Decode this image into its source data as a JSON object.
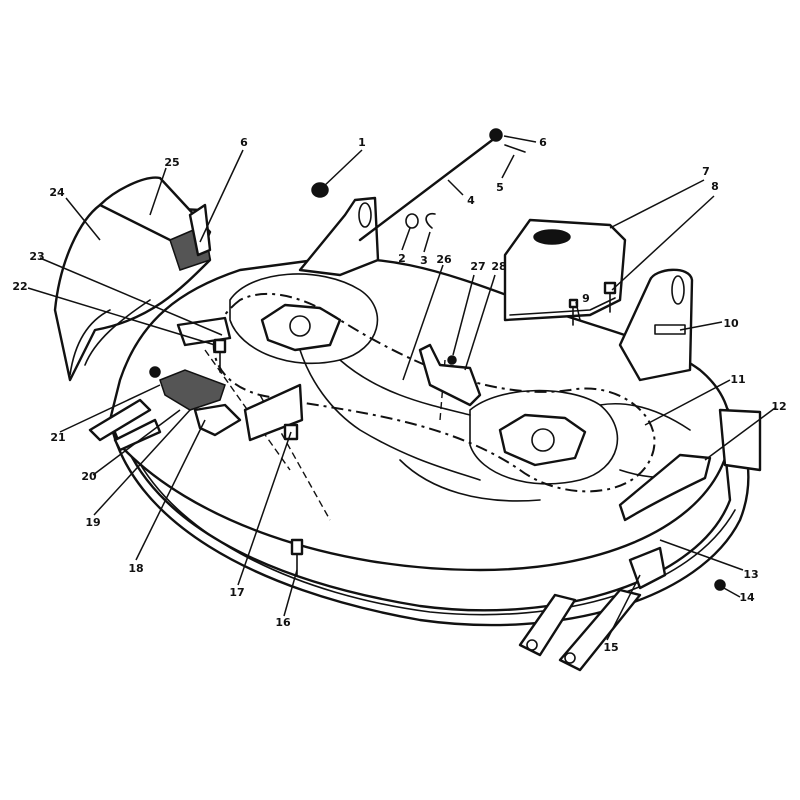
{
  "callouts": [
    {
      "num": "1"
    },
    {
      "num": "2"
    },
    {
      "num": "3"
    },
    {
      "num": "4"
    },
    {
      "num": "5"
    },
    {
      "num": "6"
    },
    {
      "num": "6"
    },
    {
      "num": "7"
    },
    {
      "num": "8"
    },
    {
      "num": "9"
    },
    {
      "num": "10"
    },
    {
      "num": "11"
    },
    {
      "num": "12"
    },
    {
      "num": "13"
    },
    {
      "num": "14"
    },
    {
      "num": "15"
    },
    {
      "num": "16"
    },
    {
      "num": "17"
    },
    {
      "num": "18"
    },
    {
      "num": "19"
    },
    {
      "num": "20"
    },
    {
      "num": "21"
    },
    {
      "num": "22"
    },
    {
      "num": "23"
    },
    {
      "num": "24"
    },
    {
      "num": "25"
    },
    {
      "num": "26"
    },
    {
      "num": "27"
    },
    {
      "num": "28"
    }
  ]
}
